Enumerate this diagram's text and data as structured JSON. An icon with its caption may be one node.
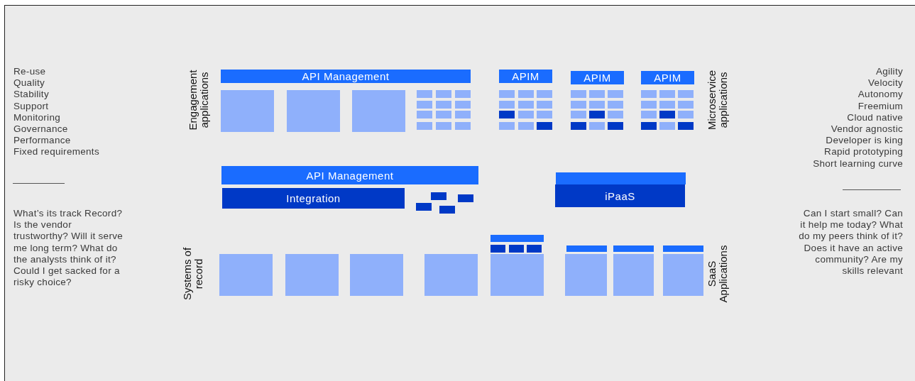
{
  "diagram": {
    "nodes": [
      {
        "text": [
          "API Management"
        ]
      },
      {
        "text": [
          "APIM"
        ]
      },
      {
        "text": [
          "APIM"
        ]
      },
      {
        "text": [
          "APIM"
        ]
      },
      {
        "text": [],
        "shape": "box"
      },
      {
        "text": [],
        "shape": "box"
      },
      {
        "text": [],
        "shape": "box"
      },
      {
        "text": [
          "API Management"
        ]
      },
      {
        "text": [
          "Integration"
        ]
      },
      {
        "text": [
          "iPaaS"
        ]
      },
      {
        "text": [],
        "shape": "box"
      },
      {
        "text": [],
        "shape": "box"
      },
      {
        "text": [],
        "shape": "box"
      },
      {
        "text": [],
        "shape": "box"
      },
      {
        "text": [],
        "shape": "box"
      },
      {
        "text": [],
        "shape": "box"
      },
      {
        "text": [],
        "shape": "box"
      },
      {
        "text": [],
        "shape": "box"
      }
    ],
    "edges": [],
    "labels": [
      "Re-use",
      "Quality",
      "Stability",
      "Support",
      "Monitoring",
      "Governance",
      "Performance",
      "Fixed requirements",
      "What’s its track Record? Is the vendor trustworthy? Will it serve me long term? What do the analysts think of it? Could I get sacked for a risky choice?",
      "Engagement applications",
      "Systems of record",
      "Microservice applications",
      "SaaS Applications",
      "Agility",
      "Velocity",
      "Autonomy",
      "Freemium",
      "Cloud native",
      "Vendor agnostic",
      "Developer is king",
      "Rapid prototyping",
      "Short learning curve",
      "Can I start small? Can it help me today? What do my peers think of it? Does it have an active community? Are my skills relevant"
    ]
  }
}
